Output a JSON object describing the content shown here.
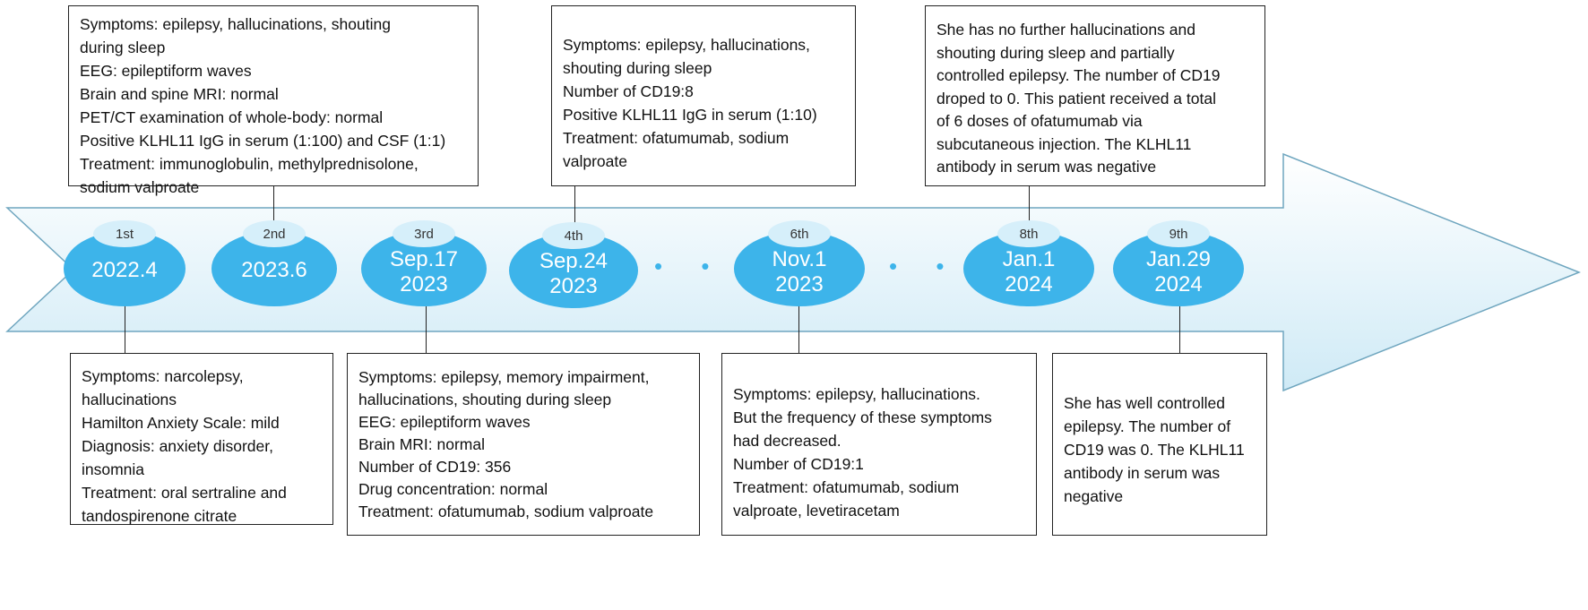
{
  "timeline": {
    "nodes": [
      {
        "order": "1st",
        "date": [
          "2022.4"
        ]
      },
      {
        "order": "2nd",
        "date": [
          "2023.6"
        ]
      },
      {
        "order": "3rd",
        "date": [
          "Sep.17",
          "2023"
        ]
      },
      {
        "order": "4th",
        "date": [
          "Sep.24",
          "2023"
        ]
      },
      {
        "order": "6th",
        "date": [
          "Nov.1",
          "2023"
        ]
      },
      {
        "order": "8th",
        "date": [
          "Jan.1",
          "2024"
        ]
      },
      {
        "order": "9th",
        "date": [
          "Jan.29",
          "2024"
        ]
      }
    ],
    "ellipsis_1": "• • •",
    "ellipsis_2": "• • •"
  },
  "boxes": {
    "top_2nd": [
      "Symptoms: epilepsy, hallucinations, shouting",
      "during sleep",
      "EEG: epileptiform waves",
      "Brain and spine MRI: normal",
      "PET/CT examination of whole-body: normal",
      "Positive KLHL11 IgG in serum (1:100) and CSF (1:1)",
      "Treatment: immunoglobulin, methylprednisolone,",
      "sodium valproate"
    ],
    "top_4th": [
      "Symptoms: epilepsy, hallucinations,",
      "shouting during sleep",
      "Number of CD19:8",
      "Positive KLHL11 IgG in serum (1:10)",
      "Treatment: ofatumumab, sodium",
      "valproate"
    ],
    "top_8th": [
      "She has no further hallucinations and",
      "shouting during sleep and partially",
      "controlled epilepsy. The number of CD19",
      "droped to 0. This patient received a total",
      "of 6 doses of ofatumumab via",
      "subcutaneous injection. The KLHL11",
      "antibody in serum was negative"
    ],
    "bottom_1st": [
      "Symptoms: narcolepsy,",
      "hallucinations",
      "Hamilton Anxiety Scale: mild",
      "Diagnosis: anxiety disorder,",
      "insomnia",
      "Treatment: oral sertraline and",
      "tandospirenone citrate"
    ],
    "bottom_3rd": [
      "Symptoms: epilepsy, memory impairment,",
      "hallucinations, shouting during sleep",
      "EEG: epileptiform waves",
      "Brain MRI: normal",
      "Number of CD19: 356",
      "Drug concentration: normal",
      "Treatment: ofatumumab, sodium valproate"
    ],
    "bottom_6th": [
      "Symptoms: epilepsy, hallucinations.",
      "But the frequency of these symptoms",
      "had decreased.",
      "Number of CD19:1",
      "Treatment: ofatumumab, sodium",
      "valproate, levetiracetam"
    ],
    "bottom_9th": [
      "She has well controlled",
      "epilepsy. The number of",
      "CD19 was 0. The KLHL11",
      "antibody in serum was",
      "negative"
    ]
  },
  "colors": {
    "arrow_fill_top": "#ffffff",
    "arrow_fill_bottom": "#cfeaf6",
    "arrow_stroke": "#6fa6bf",
    "node_fill": "#3db4ea",
    "order_pill": "#d6effa"
  }
}
